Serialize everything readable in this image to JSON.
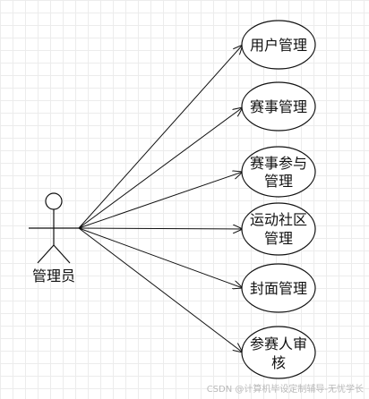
{
  "diagram": {
    "type": "use-case",
    "actor": {
      "label": "管理员"
    },
    "use_cases": [
      {
        "id": "user-mgmt",
        "lines": [
          "用户管理"
        ]
      },
      {
        "id": "match-mgmt",
        "lines": [
          "赛事管理"
        ]
      },
      {
        "id": "match-participation-mgmt",
        "lines": [
          "赛事参与",
          "管理"
        ]
      },
      {
        "id": "community-mgmt",
        "lines": [
          "运动社区",
          "管理"
        ]
      },
      {
        "id": "cover-mgmt",
        "lines": [
          "封面管理"
        ]
      },
      {
        "id": "participant-review",
        "lines": [
          "参赛人审",
          "核"
        ]
      }
    ]
  },
  "watermark": "CSDN @计算机毕设定制辅导-无忧学长"
}
